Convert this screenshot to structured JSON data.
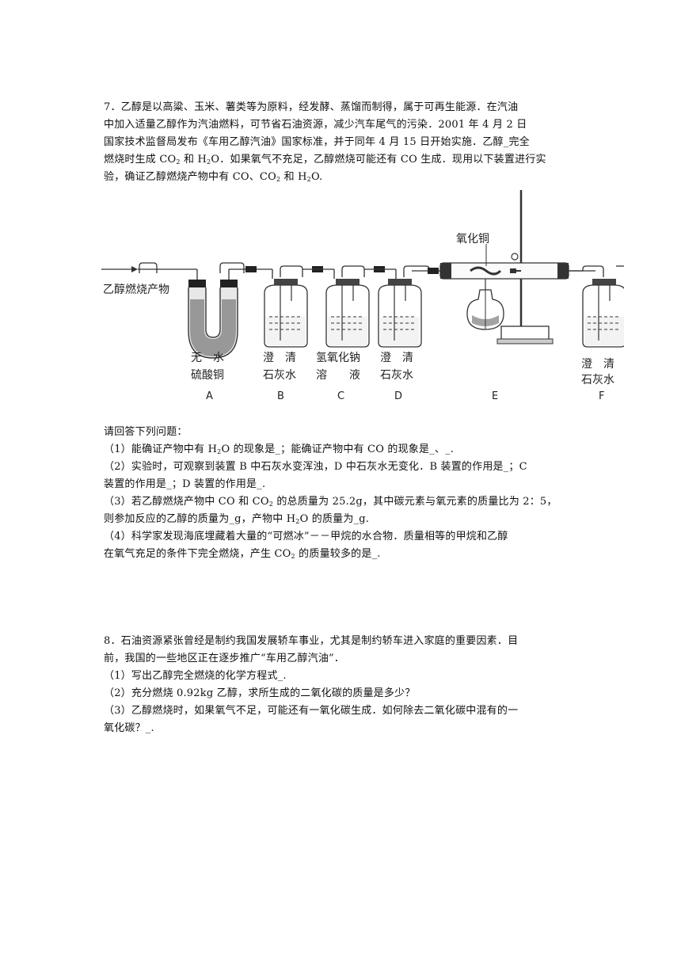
{
  "q7": {
    "l1": "7．乙醇是以高粱、玉米、薯类等为原料，经发酵、蒸馏而制得，属于可再生能源．在汽油",
    "l2": "中加入适量乙醇作为汽油燃料，可节省石油资源，减少汽车尾气的污染．2001 年 4 月 2 日",
    "l3": "国家技术监督局发布《车用乙醇汽油》国家标准，并于同年 4 月 15 日开始实施．乙醇_完全",
    "l4": {
      "a": "燃烧时生成 CO",
      "s1": "2",
      "b": " 和 H",
      "s2": "2",
      "c": "O．如果氧气不充足，乙醇燃烧可能还有 CO 生成．现用以下装置进行实"
    },
    "l5": {
      "a": "验，确证乙醇燃烧产物中有 CO、CO",
      "s1": "2",
      "b": " 和 H",
      "s2": "2",
      "c": "O."
    }
  },
  "diagram": {
    "input_label": "乙醇燃烧产物",
    "cuo_label": "氧化铜",
    "A": {
      "line1": "无　水",
      "line2": "硫酸铜",
      "letter": "A"
    },
    "B": {
      "line1": "澄　清",
      "line2": "石灰水",
      "letter": "B"
    },
    "C": {
      "line1": "氢氧化钠",
      "line2": "溶　　液",
      "letter": "C"
    },
    "D": {
      "line1": "澄　清",
      "line2": "石灰水",
      "letter": "D"
    },
    "E": {
      "letter": "E"
    },
    "F": {
      "line1": "澄　清",
      "line2": "石灰水",
      "letter": "F"
    }
  },
  "questions7": {
    "intro": "请回答下列问题：",
    "p1": {
      "a": "（1）能确证产物中有 H",
      "s1": "2",
      "b": "O 的现象是_；能确证产物中有 CO 的现象是_、_."
    },
    "p2a": "（2）实验时，可观察到装置 B 中石灰水变浑浊，D 中石灰水无变化．B 装置的作用是_；C",
    "p2b": "装置的作用是_；D 装置的作用是_.",
    "p3a": {
      "a": "（3）若乙醇燃烧产物中 CO 和 CO",
      "s1": "2",
      "b": " 的总质量为 25.2g，其中碳元素与氧元素的质量比为 2：5，"
    },
    "p3b": {
      "a": "则参加反应的乙醇的质量为_g，产物中 H",
      "s1": "2",
      "b": "O 的质量为_g."
    },
    "p4a": "（4）科学家发现海底埋藏着大量的“可燃冰”－－甲烷的水合物．质量相等的甲烷和乙醇",
    "p4b": {
      "a": "在氧气充足的条件下完全燃烧，产生 CO",
      "s1": "2",
      "b": " 的质量较多的是_."
    }
  },
  "q8": {
    "l1": "8．石油资源紧张曾经是制约我国发展轿车事业，尤其是制约轿车进入家庭的重要因素．目",
    "l2": "前，我国的一些地区正在逐步推广“车用乙醇汽油”．",
    "p1": "（1）写出乙醇完全燃烧的化学方程式_.",
    "p2": "（2）充分燃烧 0.92kg 乙醇，求所生成的二氧化碳的质量是多少？",
    "p3a": "（3）乙醇燃烧时，如果氧气不足，可能还有一氧化碳生成．如何除去二氧化碳中混有的一",
    "p3b": "氧化碳？_."
  }
}
